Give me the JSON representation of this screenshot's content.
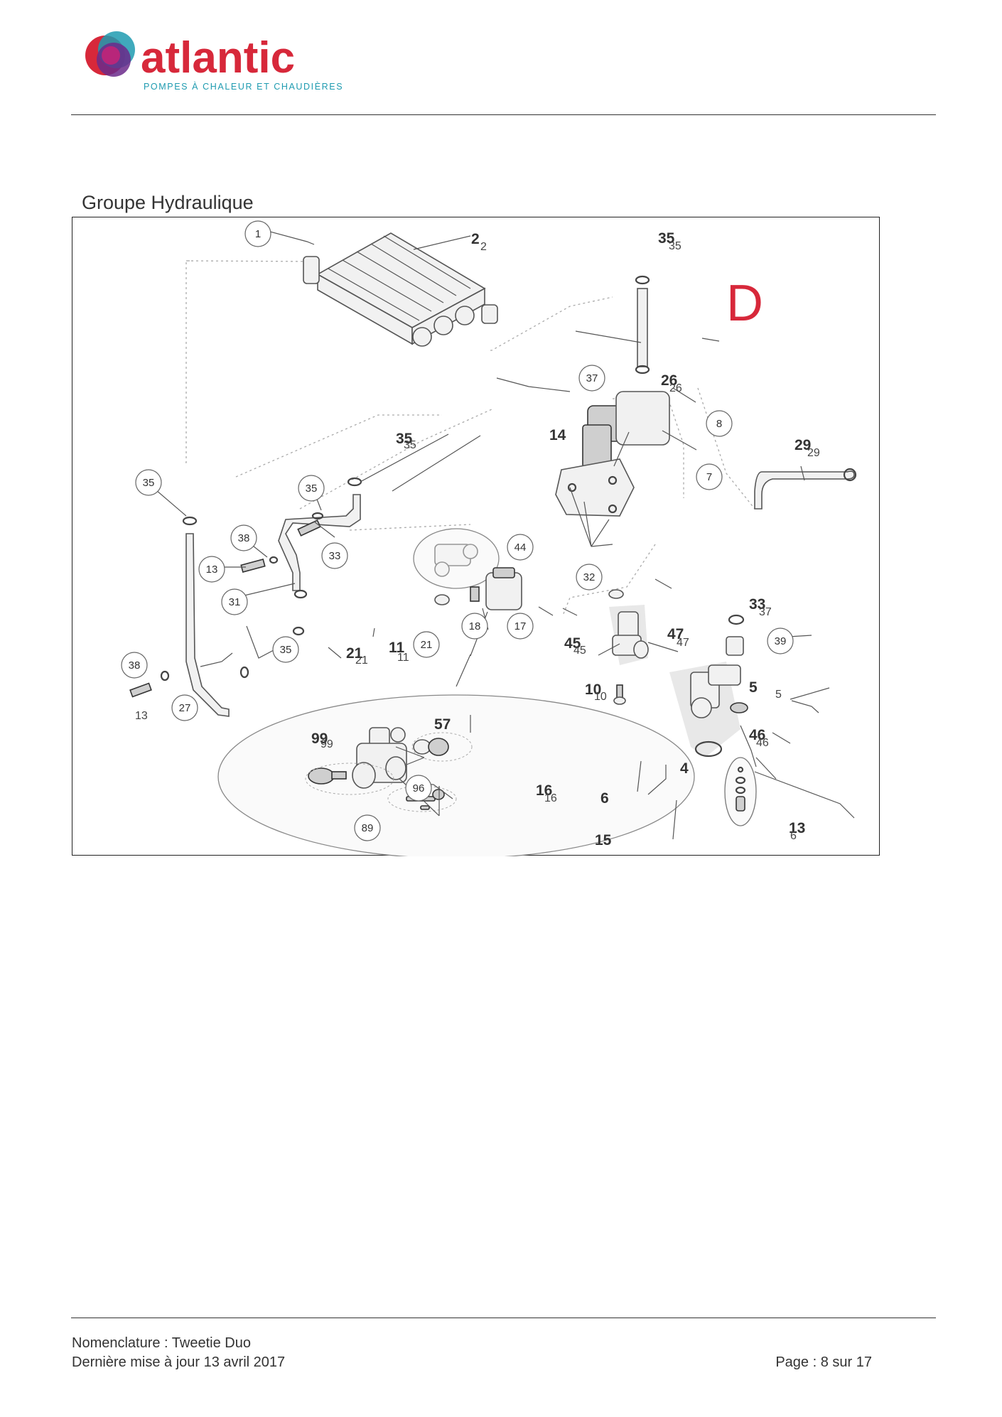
{
  "brand": {
    "name": "atlantic",
    "tagline": "POMPES À CHALEUR ET CHAUDIÈRES",
    "colors": {
      "red": "#d7283a",
      "purple": "#6b2a8b",
      "teal": "#1e9bb0"
    }
  },
  "section": {
    "title": "Groupe Hydraulique"
  },
  "figure": {
    "letter": "D",
    "letter_color": "#d7283a",
    "callouts": [
      "1",
      "37",
      "8",
      "7",
      "35",
      "35",
      "38",
      "33",
      "13",
      "31",
      "44",
      "32",
      "21",
      "18",
      "17",
      "35",
      "39",
      "38",
      "27",
      "96",
      "89"
    ],
    "bold_labels": [
      "2",
      "35",
      "26",
      "14",
      "35",
      "29",
      "21",
      "11",
      "45",
      "47",
      "33",
      "10",
      "5",
      "46",
      "4",
      "57",
      "99",
      "16",
      "6",
      "15",
      "13"
    ],
    "ghost_labels": [
      "2",
      "35",
      "26",
      "35",
      "29",
      "21",
      "11",
      "45",
      "47",
      "37",
      "10",
      "5",
      "46",
      "99",
      "16",
      "6",
      "13"
    ]
  },
  "footer": {
    "line1": "Nomenclature : Tweetie Duo",
    "line2": "Dernière mise à jour 13 avril 2017",
    "page": "Page : 8 sur 17"
  }
}
